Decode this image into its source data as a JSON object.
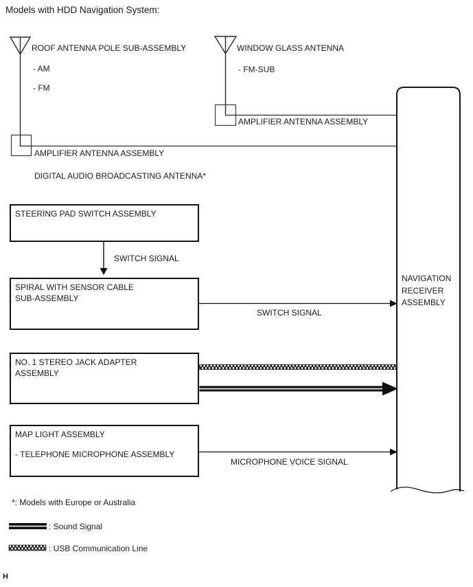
{
  "title": "Models with HDD Navigation System:",
  "diagram": {
    "roof_antenna": {
      "label": "ROOF ANTENNA POLE SUB-ASSEMBLY",
      "band_am": "- AM",
      "band_fm": "- FM",
      "amplifier": "AMPLIFIER ANTENNA ASSEMBLY",
      "dab": "DIGITAL AUDIO BROADCASTING ANTENNA*"
    },
    "window_antenna": {
      "label": "WINDOW GLASS ANTENNA",
      "band_fm_sub": "- FM-SUB",
      "amplifier": "AMPLIFIER ANTENNA ASSEMBLY"
    },
    "boxes": {
      "steering": {
        "line1": "STEERING PAD SWITCH ASSEMBLY"
      },
      "spiral": {
        "line1": "SPIRAL WITH SENSOR CABLE",
        "line2": "SUB-ASSEMBLY"
      },
      "stereo_jack": {
        "line1": "NO. 1 STEREO JACK ADAPTER",
        "line2": "ASSEMBLY"
      },
      "map_light": {
        "line1": "MAP LIGHT ASSEMBLY",
        "line2": "- TELEPHONE MICROPHONE ASSEMBLY"
      }
    },
    "receiver": {
      "line1": "NAVIGATION",
      "line2": "RECEIVER",
      "line3": "ASSEMBLY"
    },
    "signal_labels": {
      "switch_vertical": "SWITCH SIGNAL",
      "switch_horizontal": "SWITCH SIGNAL",
      "microphone": "MICROPHONE VOICE SIGNAL"
    }
  },
  "legend": {
    "note": "*: Models with Europe or Australia",
    "sound": ": Sound Signal",
    "usb": ": USB Communication Line"
  },
  "footer": "H",
  "colors": {
    "line": "#1c1c1c",
    "background": "#ffffff"
  }
}
